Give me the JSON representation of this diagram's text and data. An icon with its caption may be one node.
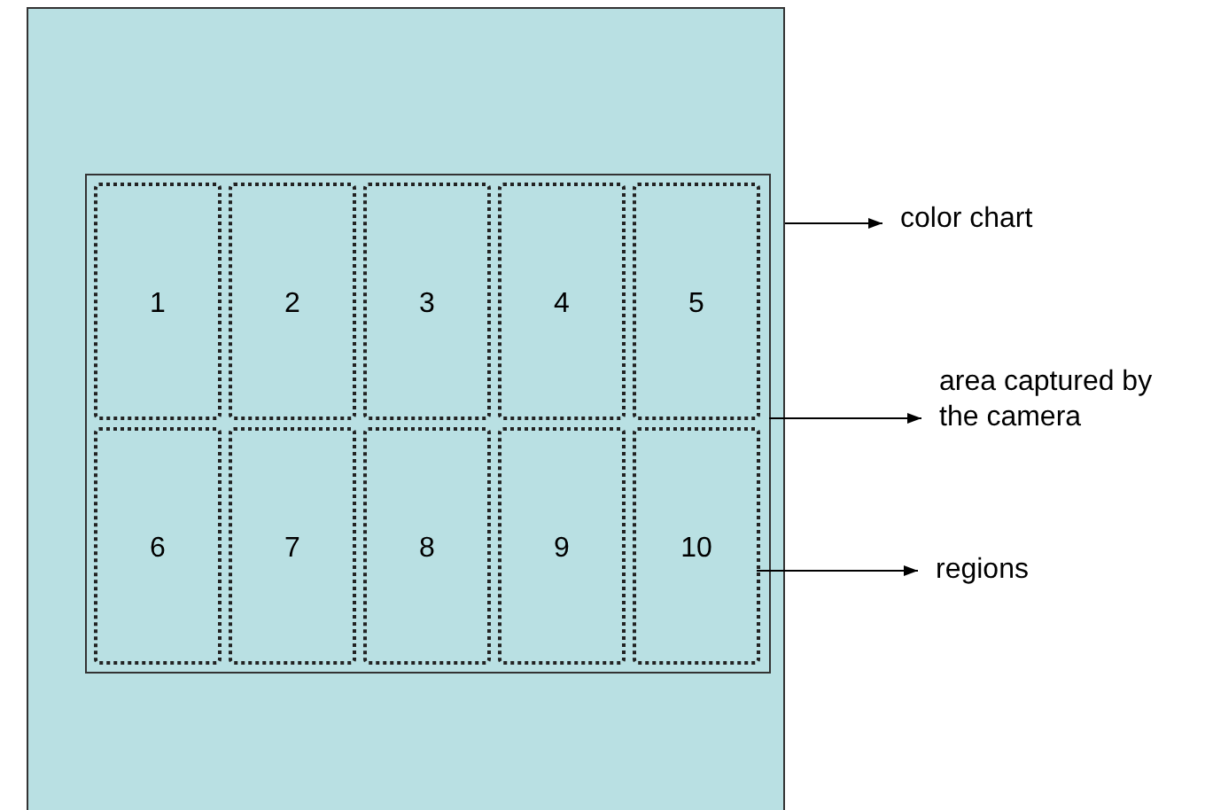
{
  "diagram": {
    "nodes": [
      {
        "text": [],
        "shape": "box"
      },
      {
        "text": [],
        "shape": "box",
        "in": 0
      },
      {
        "text": [
          "1"
        ],
        "in": 1
      },
      {
        "text": [
          "2"
        ],
        "in": 1
      },
      {
        "text": [
          "3"
        ],
        "in": 1
      },
      {
        "text": [
          "4"
        ],
        "in": 1
      },
      {
        "text": [
          "5"
        ],
        "in": 1
      },
      {
        "text": [
          "6"
        ],
        "in": 1
      },
      {
        "text": [
          "7"
        ],
        "in": 1
      },
      {
        "text": [
          "8"
        ],
        "in": 1
      },
      {
        "text": [
          "9"
        ],
        "in": 1
      },
      {
        "text": [
          "10"
        ],
        "in": 1
      },
      {
        "text": [
          "color chart"
        ]
      },
      {
        "text": [
          "area captured by the camera"
        ]
      },
      {
        "text": [
          "regions"
        ]
      }
    ],
    "edges": [
      {
        "from": 0,
        "to": 12,
        "arrow": "to"
      },
      {
        "from": 1,
        "to": 13,
        "arrow": "to"
      },
      {
        "from": 11,
        "to": 14,
        "arrow": "to"
      }
    ]
  }
}
